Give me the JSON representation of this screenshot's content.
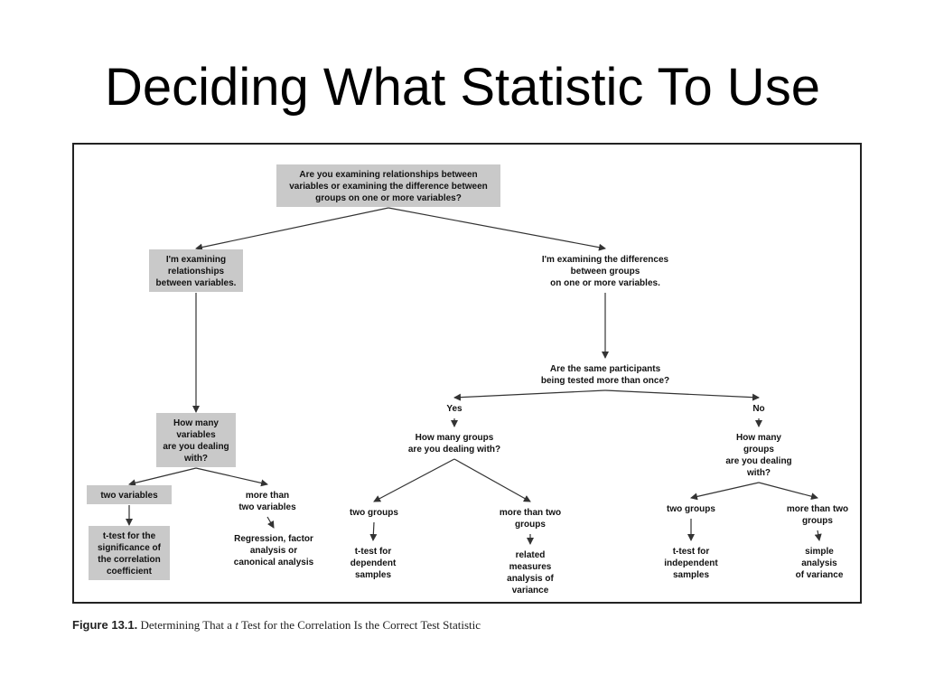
{
  "slide": {
    "title": "Deciding What Statistic To Use"
  },
  "diagram": {
    "box_fill": "#c9c9c9",
    "nodes": [
      {
        "id": "root",
        "lines": [
          "Are you examining relationships between",
          "variables or examining the difference between",
          "groups on one or more variables?"
        ],
        "boxed": true
      },
      {
        "id": "rel",
        "lines": [
          "I'm examining",
          "relationships",
          "between variables."
        ],
        "boxed": true
      },
      {
        "id": "diff",
        "lines": [
          "I'm examining the differences",
          "between groups",
          "on one or more variables."
        ],
        "boxed": false
      },
      {
        "id": "howmanyvars",
        "lines": [
          "How many",
          "variables",
          "are you dealing",
          "with?"
        ],
        "boxed": true
      },
      {
        "id": "twovars",
        "lines": [
          "two variables"
        ],
        "boxed": true
      },
      {
        "id": "moretwovars",
        "lines": [
          "more than",
          "two variables"
        ],
        "boxed": false
      },
      {
        "id": "ttestcorr",
        "lines": [
          "t-test for the",
          "significance of",
          "the correlation",
          "coefficient"
        ],
        "boxed": true
      },
      {
        "id": "regression",
        "lines": [
          "Regression, factor",
          "analysis or",
          "canonical analysis"
        ],
        "boxed": false
      },
      {
        "id": "same",
        "lines": [
          "Are the same participants",
          "being tested more than once?"
        ],
        "boxed": false
      },
      {
        "id": "yes",
        "lines": [
          "Yes"
        ],
        "boxed": false
      },
      {
        "id": "no",
        "lines": [
          "No"
        ],
        "boxed": false
      },
      {
        "id": "hmg_yes",
        "lines": [
          "How many groups",
          "are you dealing with?"
        ],
        "boxed": false
      },
      {
        "id": "hmg_no",
        "lines": [
          "How many",
          "groups",
          "are you dealing",
          "with?"
        ],
        "boxed": false
      },
      {
        "id": "twogroups_y",
        "lines": [
          "two groups"
        ],
        "boxed": false
      },
      {
        "id": "moretwo_y",
        "lines": [
          "more than two",
          "groups"
        ],
        "boxed": false
      },
      {
        "id": "twogroups_n",
        "lines": [
          "two groups"
        ],
        "boxed": false
      },
      {
        "id": "moretwo_n",
        "lines": [
          "more than two",
          "groups"
        ],
        "boxed": false
      },
      {
        "id": "ttestdep",
        "lines": [
          "t-test for",
          "dependent",
          "samples"
        ],
        "boxed": false
      },
      {
        "id": "related",
        "lines": [
          "related",
          "measures",
          "analysis of",
          "variance"
        ],
        "boxed": false
      },
      {
        "id": "ttestind",
        "lines": [
          "t-test for",
          "independent",
          "samples"
        ],
        "boxed": false
      },
      {
        "id": "simple",
        "lines": [
          "simple",
          "analysis",
          "of variance"
        ],
        "boxed": false
      }
    ],
    "edges": [
      [
        "root",
        "rel"
      ],
      [
        "root",
        "diff"
      ],
      [
        "rel",
        "howmanyvars"
      ],
      [
        "howmanyvars",
        "twovars"
      ],
      [
        "howmanyvars",
        "moretwovars"
      ],
      [
        "twovars",
        "ttestcorr"
      ],
      [
        "moretwovars",
        "regression"
      ],
      [
        "diff",
        "same"
      ],
      [
        "same",
        "yes"
      ],
      [
        "same",
        "no"
      ],
      [
        "yes",
        "hmg_yes"
      ],
      [
        "no",
        "hmg_no"
      ],
      [
        "hmg_yes",
        "twogroups_y"
      ],
      [
        "hmg_yes",
        "moretwo_y"
      ],
      [
        "hmg_no",
        "twogroups_n"
      ],
      [
        "hmg_no",
        "moretwo_n"
      ],
      [
        "twogroups_y",
        "ttestdep"
      ],
      [
        "moretwo_y",
        "related"
      ],
      [
        "twogroups_n",
        "ttestind"
      ],
      [
        "moretwo_n",
        "simple"
      ]
    ]
  },
  "caption": {
    "label": "Figure 13.1.",
    "text_before": "Determining That a",
    "text_t": "t",
    "text_after": "Test for the Correlation Is the Correct Test Statistic"
  }
}
